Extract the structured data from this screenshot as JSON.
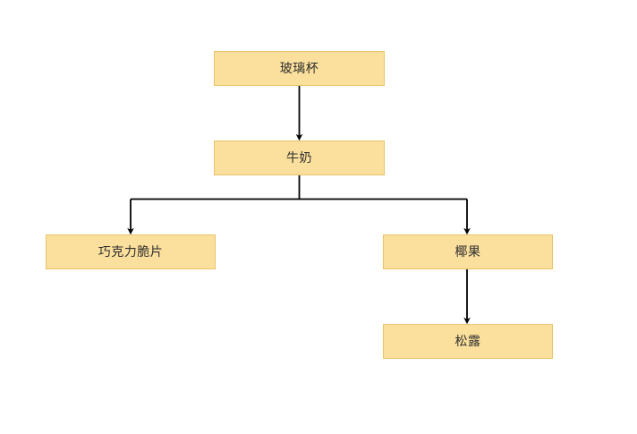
{
  "diagram": {
    "type": "flowchart",
    "direction": "top-down",
    "background_color": "#ffffff",
    "node_fill_color": "#fbdf9c",
    "node_border_color": "#e8c46a",
    "node_text_color": "#2f2f2f",
    "edge_color": "#000000",
    "nodes": [
      {
        "id": "glass",
        "label": "玻璃杯"
      },
      {
        "id": "milk",
        "label": "牛奶"
      },
      {
        "id": "choco",
        "label": "巧克力脆片"
      },
      {
        "id": "nata",
        "label": "椰果"
      },
      {
        "id": "truffle",
        "label": "松露"
      }
    ],
    "edges": [
      {
        "from": "glass",
        "to": "choco",
        "style": "straight-arrow"
      },
      {
        "from": "milk",
        "to": "choco",
        "style": "elbow-arrow"
      },
      {
        "from": "milk",
        "to": "nata",
        "style": "elbow-arrow"
      },
      {
        "from": "nata",
        "to": "truffle",
        "style": "straight-arrow"
      }
    ]
  }
}
